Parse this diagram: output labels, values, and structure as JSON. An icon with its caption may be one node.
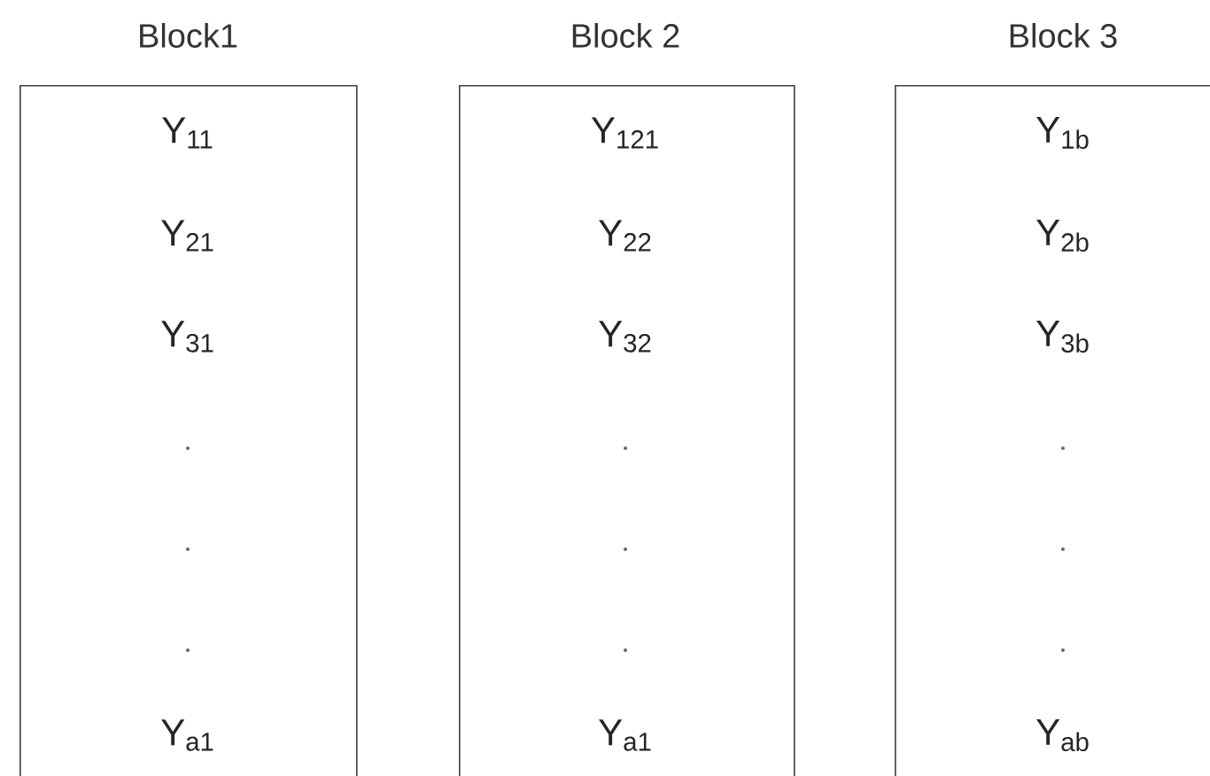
{
  "diagram": {
    "nodes": [
      {
        "text": [
          "Block1",
          "Y$_{11}$",
          "Y$_{21}$",
          "Y$_{31}$",
          "Y$_{a1}$"
        ]
      },
      {
        "text": [
          "Block 2",
          "Y$_{121}$",
          "Y$_{22}$",
          "Y$_{32}$",
          "Y$_{a1}$"
        ]
      },
      {
        "text": [
          "Block 3",
          "Y$_{1b}$",
          "Y$_{2b}$",
          "Y$_{3b}$",
          "Y$_{ab}$"
        ]
      }
    ]
  }
}
